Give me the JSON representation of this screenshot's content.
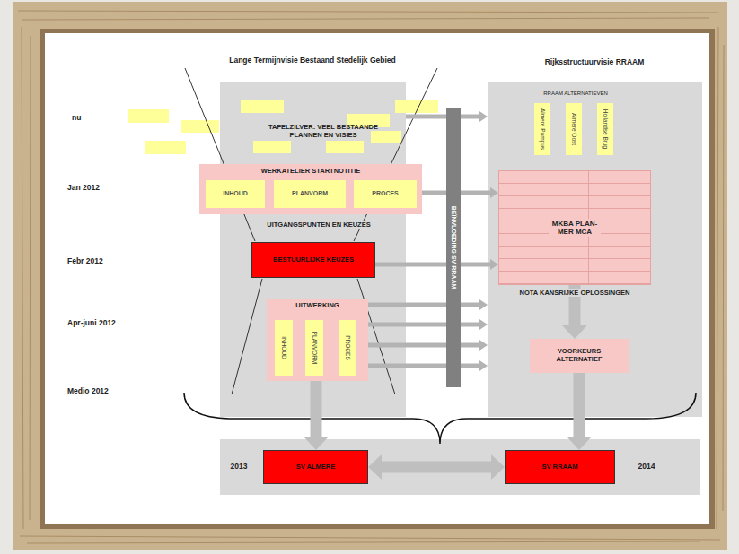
{
  "diagram": {
    "nodes": [
      {
        "text": [
          "Lange Termijnvisie Bestaand Stedelijk Gebied",
          "TAFELZILVER: VEEL BESTAANDE PLANNEN EN VISIES",
          "UITGANGSPUNTEN EN KEUZES"
        ]
      },
      {
        "text": [
          "WERKATELIER STARTNOTITIE"
        ],
        "in": 0
      },
      {
        "text": [
          "INHOUD"
        ],
        "in": 1
      },
      {
        "text": [
          "PLANVORM"
        ],
        "in": 1
      },
      {
        "text": [
          "PROCES"
        ],
        "in": 1
      },
      {
        "text": [
          "BESTUURLIJKE KEUZES"
        ],
        "in": 0
      },
      {
        "text": [
          "UITWERKING"
        ],
        "in": 0
      },
      {
        "text": [
          "INHOUD"
        ],
        "in": 6
      },
      {
        "text": [
          "PLANVORM"
        ],
        "in": 6
      },
      {
        "text": [
          "PROCES"
        ],
        "in": 6
      },
      {
        "text": [
          "BEÏNVLOEDING SV RRAAM"
        ]
      },
      {
        "text": [
          "Rijksstructuurvisie RRAAM",
          "RRAAM ALTERNATIEVEN",
          "NOTA KANSRIJKE OPLOSSINGEN"
        ]
      },
      {
        "text": [
          "Almere Pampus"
        ],
        "in": 11
      },
      {
        "text": [
          "Almere Oost"
        ],
        "in": 11
      },
      {
        "text": [
          "Hollandse Brug"
        ],
        "in": 11
      },
      {
        "text": [
          "MKBA PLAN-MER MCA"
        ],
        "in": 11
      },
      {
        "text": [
          "VOORKEURS ALTERNATIEF"
        ],
        "in": 11
      },
      {
        "text": [
          "2013",
          "2014"
        ]
      },
      {
        "text": [
          "SV ALMERE"
        ],
        "in": 17
      },
      {
        "text": [
          "SV RRAAM"
        ],
        "in": 17
      }
    ],
    "edges": [
      {
        "from": 0,
        "to": 11,
        "arrow": "to"
      },
      {
        "from": 1,
        "to": 15,
        "arrow": "to"
      },
      {
        "from": 5,
        "to": 15,
        "arrow": "to"
      },
      {
        "from": 6,
        "to": 11,
        "arrow": "to"
      },
      {
        "from": 6,
        "to": 11,
        "arrow": "to"
      },
      {
        "from": 6,
        "to": 11,
        "arrow": "to"
      },
      {
        "from": 6,
        "to": 11,
        "arrow": "to"
      },
      {
        "from": 15,
        "to": 16,
        "arrow": "to"
      },
      {
        "from": 6,
        "to": 18,
        "arrow": "to"
      },
      {
        "from": 16,
        "to": 19,
        "arrow": "to"
      },
      {
        "from": 18,
        "to": 19,
        "arrow": "both"
      }
    ],
    "labels": [
      "nu",
      "Jan 2012",
      "Febr 2012",
      "Apr-juni 2012",
      "Medio 2012"
    ]
  }
}
